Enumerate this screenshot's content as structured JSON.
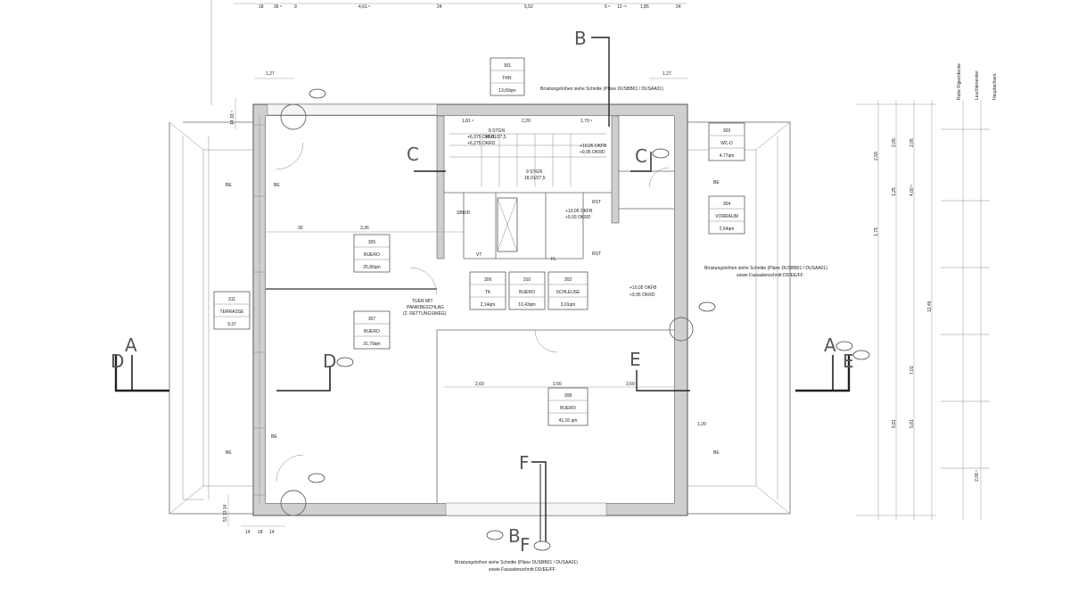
{
  "rooms": [
    {
      "num": "301",
      "name": "TRH.",
      "area": "13,69qm"
    },
    {
      "num": "303",
      "name": "WC-D",
      "area": "4,77qm"
    },
    {
      "num": "304",
      "name": "VORRAUM",
      "area": "2,54qm"
    },
    {
      "num": "305",
      "name": "BUERO",
      "area": "25,80qm"
    },
    {
      "num": "307",
      "name": "BUERO",
      "area": "31,79qm"
    },
    {
      "num": "308",
      "name": "BUERO",
      "area": "41,16 qm"
    },
    {
      "num": "309",
      "name": "TK",
      "area": "2,14qm"
    },
    {
      "num": "310",
      "name": "BUERO",
      "area": "10,43qm"
    },
    {
      "num": "302",
      "name": "SCHLEUSE",
      "area": "3,01qm"
    },
    {
      "num": "311",
      "name": "TERRASSE",
      "area": "9,37"
    }
  ],
  "sections": {
    "A": "A",
    "B": "B",
    "C": "C",
    "D": "D",
    "E": "E",
    "F": "F"
  },
  "notes": {
    "top_sill": "Brüstungshöhen siehe Schnitte (Pläne DUSBB01 / DUSAA01)",
    "right_sill_1": "Brüstungshöhen siehe Schnitte (Pläne DUSBB01 / DUSAA01)",
    "right_sill_2": "sowie Fassadenschnitt DD/EE/FF",
    "bottom_sill_1": "Brüstungshöhen siehe Schnitte (Pläne DUSBB01 / DUSAA01)",
    "bottom_sill_2": "sowie Fassadenschnitt DD/EE/FF",
    "door": "TUER MIT",
    "door_2": "PANIKBESCHLAG",
    "door_3": "(2. RETTUNGSWEG)",
    "stair_1": "8 STGN",
    "stair_1b": "18,01/27,5",
    "stair_2": "9 STGN",
    "stair_2b": "18,01/27,5",
    "level_1": "+6,375 OKFB",
    "level_1b": "+6,275 OKRD",
    "level_2": "+10,05 OKFB",
    "level_2b": "+9,95 OKRD",
    "level_3": "+10,05 OKFB",
    "level_3b": "+9,93 OKRD",
    "level_4": "+10,05 OKFB",
    "level_4b": "+9,95 OKRD",
    "sbd": "SBD/D",
    "vt": "VT",
    "fl": "FL",
    "rst": "RST",
    "be": "BE"
  },
  "dimensions": {
    "top": [
      "18",
      "36 ⁵",
      "9",
      "4,61 ⁵",
      "24",
      "5,52",
      "5 ⁵",
      "12 ⁷⁵",
      "1,85",
      "24"
    ],
    "w127a": "1,27",
    "w127b": "1,27",
    "d181": "1,81 ⁵",
    "d220": "2,20",
    "d170": "1,70 ⁵",
    "d336": "3,36",
    "d30": "30",
    "d260a": "2,60",
    "d260b": "2,60",
    "d260c": "2,60",
    "d120": "1,20",
    "bottom": [
      "14",
      "18",
      "14"
    ],
    "left": [
      "14 33 ⁵",
      "51 33 14"
    ],
    "right_dims": [
      "2,05",
      "2,05",
      "1,25",
      "1,75",
      "2,59",
      "4,00 ⁵",
      "7,01",
      "12,45",
      "5,81",
      "5,81",
      "2,08 ⁵"
    ],
    "right_heads": [
      "Rohe Flgeerdecke",
      "Leuchteneister",
      "Hauptachsen"
    ]
  }
}
